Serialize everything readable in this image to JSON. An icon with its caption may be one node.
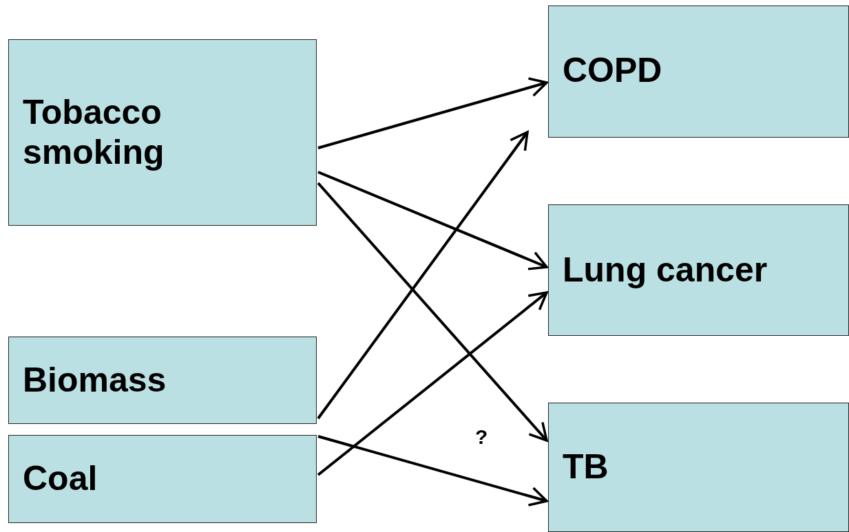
{
  "diagram": {
    "nodes": [
      {
        "text": [
          "Tobacco smoking"
        ]
      },
      {
        "text": [
          "Biomass"
        ]
      },
      {
        "text": [
          "Coal"
        ]
      },
      {
        "text": [
          "COPD"
        ]
      },
      {
        "text": [
          "Lung cancer"
        ]
      },
      {
        "text": [
          "TB"
        ]
      }
    ],
    "edges": [
      {
        "from": 0,
        "to": 3,
        "arrow": "to"
      },
      {
        "from": 0,
        "to": 4,
        "arrow": "to"
      },
      {
        "from": 0,
        "to": 5,
        "arrow": "to"
      },
      {
        "from": 1,
        "to": 3,
        "arrow": "to"
      },
      {
        "from": 2,
        "to": 4,
        "arrow": "to"
      },
      {
        "from": 2,
        "to": 5,
        "arrow": "to"
      }
    ],
    "labels": [
      "?"
    ]
  }
}
